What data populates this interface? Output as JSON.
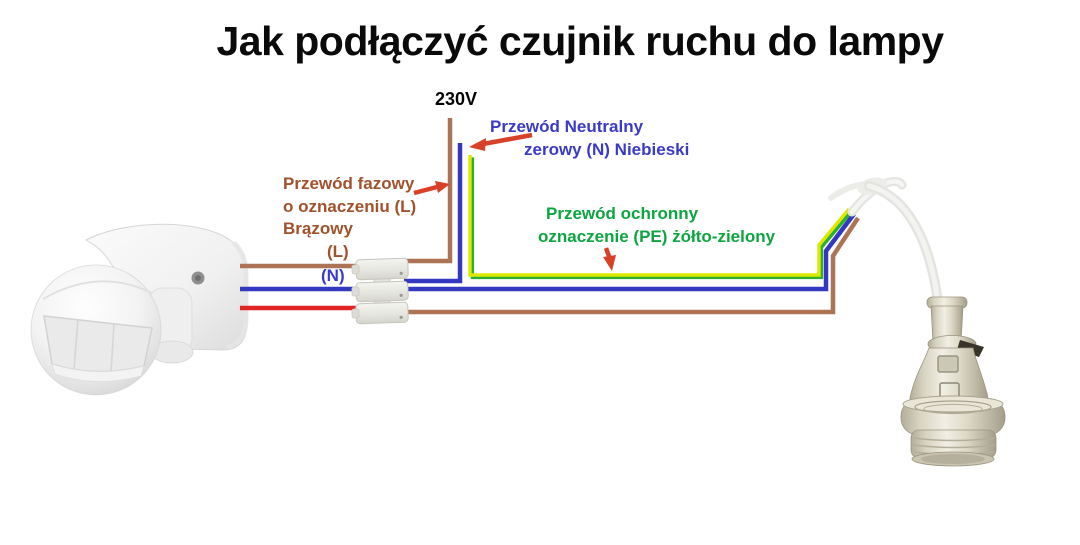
{
  "title": "Jak podłączyć czujnik ruchu do lampy",
  "supply": {
    "voltage_label": "230V"
  },
  "annotations": {
    "neutral": {
      "line1": "Przewód Neutralny",
      "line2": "zerowy (N) Niebieski",
      "color": "#3A3AC8"
    },
    "phase": {
      "line1": "Przewód fazowy",
      "line2": "o oznaczeniu (L)",
      "line3": "Brązowy",
      "color": "#A0522D"
    },
    "protective": {
      "line1": "Przewód ochronny",
      "line2": "oznaczenie (PE) żółto-zielony",
      "color": "#0CA53F"
    }
  },
  "terminals": {
    "l_label": "(L)",
    "n_label": "(N)"
  },
  "colors": {
    "wire_phase_brown": "#AC7454",
    "wire_neutral_blue": "#3238C0",
    "wire_switched_red": "#E02424",
    "wire_pe_yellow": "#DDE800",
    "wire_pe_green": "#2FAF2F",
    "arrow_red": "#D94028",
    "title_text": "#0A0A0A",
    "sensor_white": "#F2F2F2",
    "socket_cream": "#D8D4C2"
  }
}
